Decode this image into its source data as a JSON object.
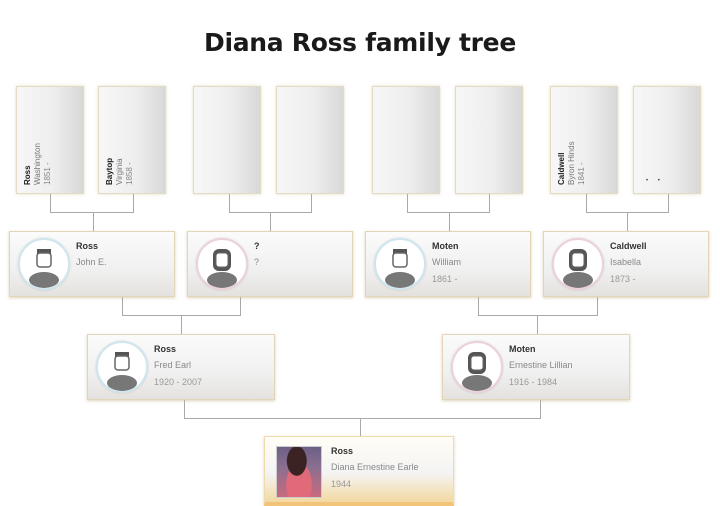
{
  "title": "Diana Ross family tree",
  "great_grandparents": [
    {
      "surname": "Ross",
      "given": "Washington",
      "dates": "1851 -"
    },
    {
      "surname": "Baytop",
      "given": "Virginia",
      "dates": "1858 -"
    },
    {
      "surname": "",
      "given": "",
      "dates": ""
    },
    {
      "surname": "",
      "given": "",
      "dates": ""
    },
    {
      "surname": "",
      "given": "",
      "dates": ""
    },
    {
      "surname": "",
      "given": "",
      "dates": ""
    },
    {
      "surname": "Caldwell",
      "given": "Byron Hinds",
      "dates": "1841 -"
    },
    {
      "surname": "",
      "given": "",
      "dates": "",
      "tiny": "• •"
    }
  ],
  "grandparents": [
    {
      "surname": "Ross",
      "given": "John E.",
      "dates": "",
      "gender": "male"
    },
    {
      "surname": "?",
      "given": "?",
      "dates": "",
      "gender": "female"
    },
    {
      "surname": "Moten",
      "given": "William",
      "dates": "1861 -",
      "gender": "male"
    },
    {
      "surname": "Caldwell",
      "given": "Isabella",
      "dates": "1873 -",
      "gender": "female"
    }
  ],
  "parents": [
    {
      "surname": "Ross",
      "given": "Fred Earl",
      "dates": "1920 - 2007",
      "gender": "male"
    },
    {
      "surname": "Moten",
      "given": "Ernestine Lillian",
      "dates": "1916 - 1984",
      "gender": "female"
    }
  ],
  "subject": {
    "surname": "Ross",
    "given": "Diana Ernestine Earle",
    "dates": "1944"
  },
  "colors": {
    "connector": "#a9a9a9",
    "card_border": "#e3d6b8",
    "male_ring": "#cfe6ef",
    "female_ring": "#ecd0dc",
    "main_accent": "#f2c47a"
  }
}
